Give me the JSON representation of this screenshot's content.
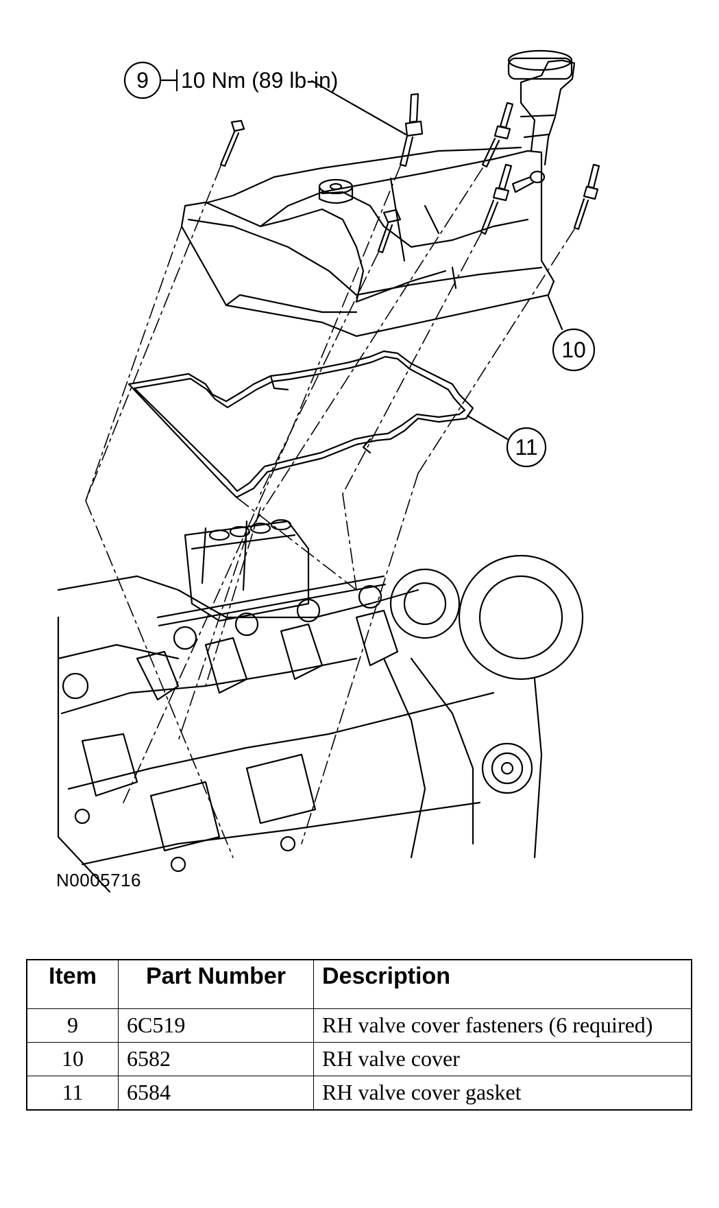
{
  "diagram": {
    "figure_id": "N0005716",
    "callouts": [
      {
        "label": "9",
        "torque": "10 Nm (89 lb-in)"
      },
      {
        "label": "10"
      },
      {
        "label": "11"
      }
    ]
  },
  "table": {
    "headers": [
      "Item",
      "Part Number",
      "Description"
    ],
    "rows": [
      {
        "item": "9",
        "part_number": "6C519",
        "description": "RH valve cover fasteners (6 required)"
      },
      {
        "item": "10",
        "part_number": "6582",
        "description": "RH valve cover"
      },
      {
        "item": "11",
        "part_number": "6584",
        "description": "RH valve cover gasket"
      }
    ]
  }
}
